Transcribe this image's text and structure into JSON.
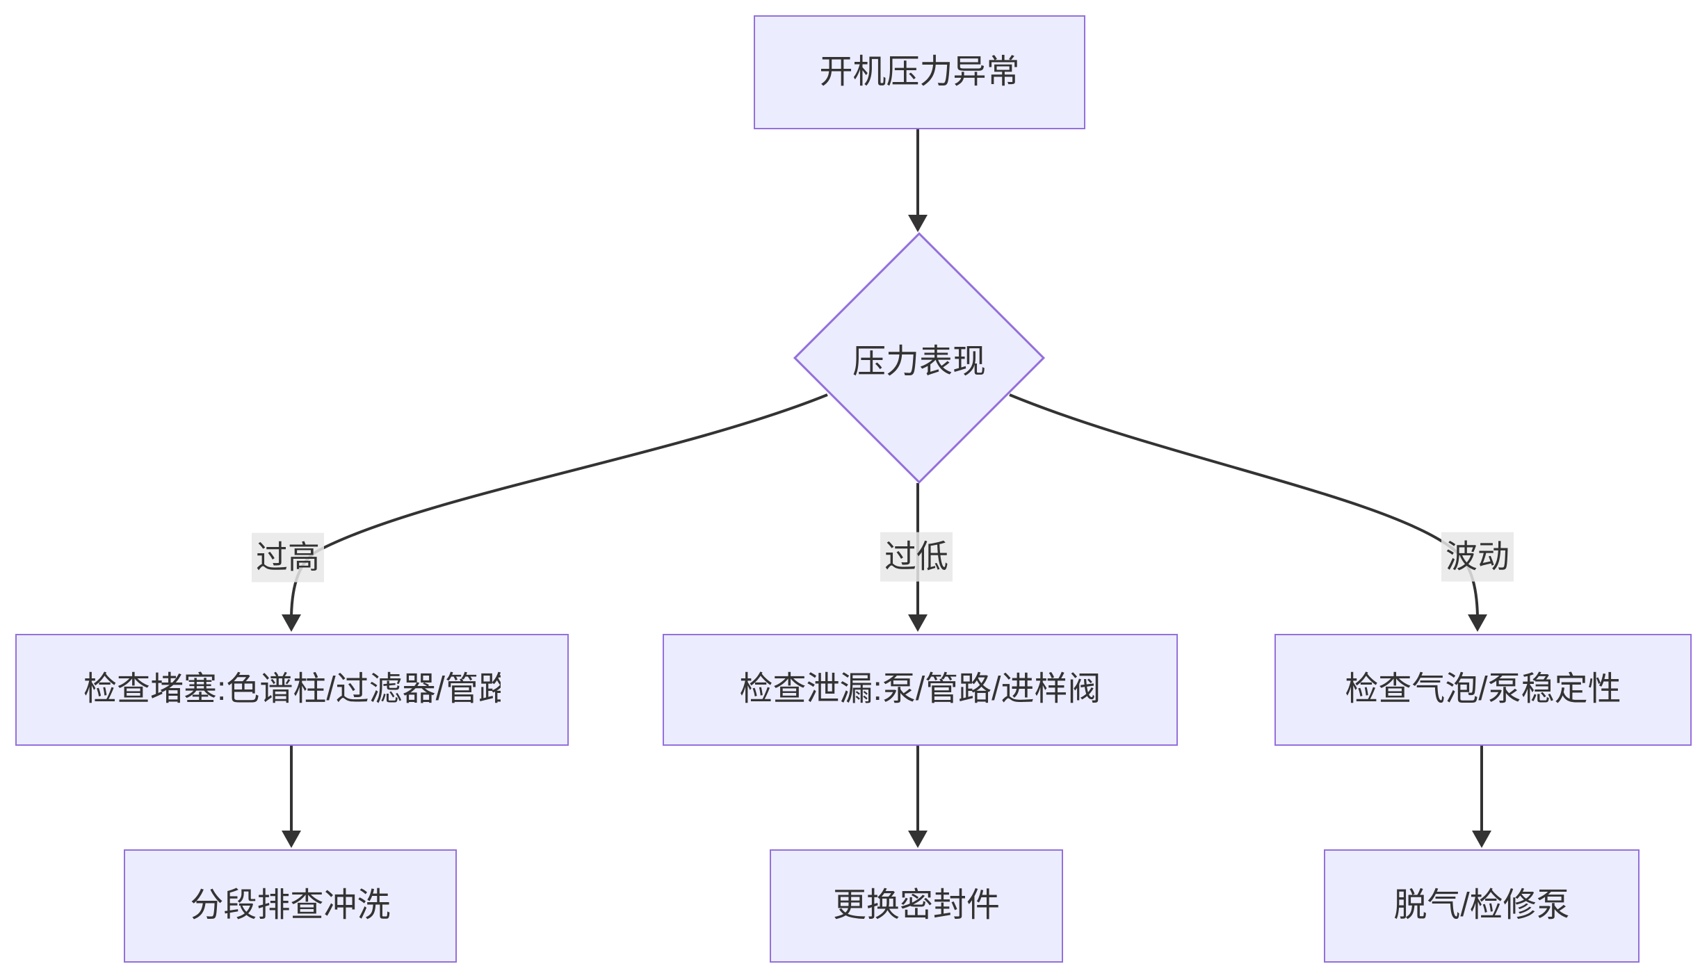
{
  "diagram": {
    "type": "flowchart",
    "direction": "top-down",
    "colors": {
      "background": "#ffffff",
      "node_fill": "#ECECFF",
      "node_border": "#9370DB",
      "text": "#333333",
      "edge_line": "#333333",
      "edge_label_background": "#e8e8e8"
    },
    "nodes": {
      "start": {
        "shape": "rect",
        "label": "开机压力异常"
      },
      "decision": {
        "shape": "diamond",
        "label": "压力表现"
      },
      "check_clog": {
        "shape": "rect",
        "label": "检查堵塞:色谱柱/过滤器/管路",
        "note": "text clipped at right edge in rendering"
      },
      "check_leak": {
        "shape": "rect",
        "label": "检查泄漏:泵/管路/进样阀"
      },
      "check_bubble": {
        "shape": "rect",
        "label": "检查气泡/泵稳定性"
      },
      "flush": {
        "shape": "rect",
        "label": "分段排查冲洗"
      },
      "replace_seal": {
        "shape": "rect",
        "label": "更换密封件"
      },
      "degas_pump": {
        "shape": "rect",
        "label": "脱气/检修泵"
      }
    },
    "edge_labels": {
      "high": "过高",
      "low": "过低",
      "fluctuation": "波动"
    },
    "edges": [
      {
        "from": "start",
        "to": "decision",
        "label": ""
      },
      {
        "from": "decision",
        "to": "check_clog",
        "label": "过高"
      },
      {
        "from": "decision",
        "to": "check_leak",
        "label": "过低"
      },
      {
        "from": "decision",
        "to": "check_bubble",
        "label": "波动"
      },
      {
        "from": "check_clog",
        "to": "flush",
        "label": ""
      },
      {
        "from": "check_leak",
        "to": "replace_seal",
        "label": ""
      },
      {
        "from": "check_bubble",
        "to": "degas_pump",
        "label": ""
      }
    ]
  }
}
